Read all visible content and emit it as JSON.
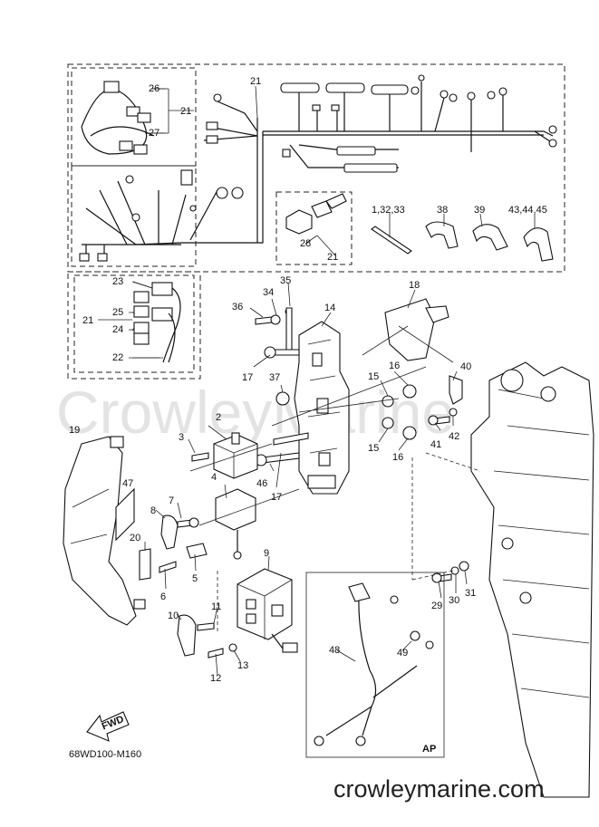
{
  "watermark": "CrowleyMarine",
  "diagram_code": "68WD100-M160",
  "footer_url": "crowleymarine.com",
  "fwd_label": "FWD",
  "ap_label": "AP",
  "callouts": {
    "c1": "26",
    "c2": "21",
    "c3": "27",
    "c4": "21",
    "c5": "1,32,33",
    "c6": "38",
    "c7": "39",
    "c8": "43,44,45",
    "c9": "28",
    "c10": "21",
    "c11": "23",
    "c12": "21",
    "c13": "25",
    "c14": "24",
    "c15": "22",
    "c16": "35",
    "c17": "34",
    "c18": "36",
    "c19": "14",
    "c20": "18",
    "c21": "17",
    "c22": "37",
    "c23": "15",
    "c24": "16",
    "c25": "40",
    "c26": "15",
    "c27": "16",
    "c28": "41",
    "c29": "42",
    "c30": "19",
    "c31": "2",
    "c32": "3",
    "c33": "46",
    "c34": "17",
    "c35": "47",
    "c36": "4",
    "c37": "8",
    "c38": "7",
    "c39": "20",
    "c40": "6",
    "c41": "5",
    "c42": "9",
    "c43": "29",
    "c44": "30",
    "c45": "31",
    "c46": "11",
    "c47": "10",
    "c48": "12",
    "c49": "13",
    "c50": "48",
    "c51": "49"
  }
}
